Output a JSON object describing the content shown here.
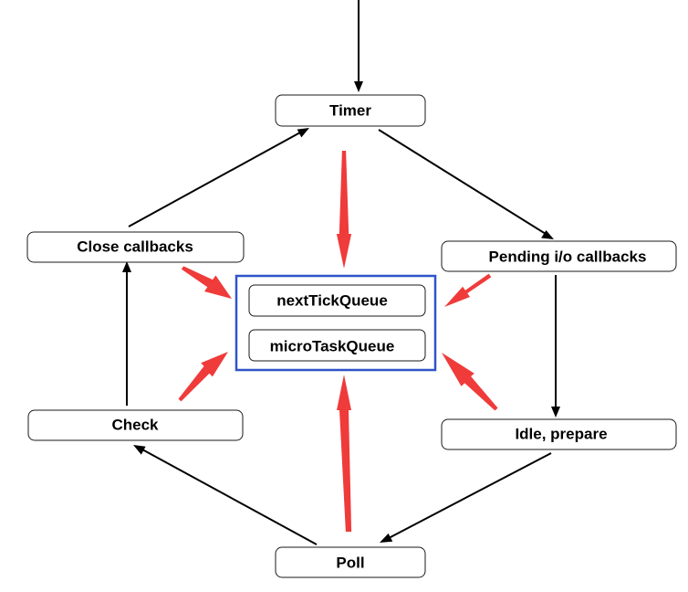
{
  "colors": {
    "flow": "#000000",
    "queue_arrow": "#ef3b3a",
    "queue_frame": "#2f54c8"
  },
  "phases": {
    "timer": "Timer",
    "pending": "Pending i/o callbacks",
    "idle": "Idle, prepare",
    "poll": "Poll",
    "check": "Check",
    "close": "Close callbacks"
  },
  "queues": {
    "next_tick": "nextTickQueue",
    "micro_task": "microTaskQueue"
  }
}
